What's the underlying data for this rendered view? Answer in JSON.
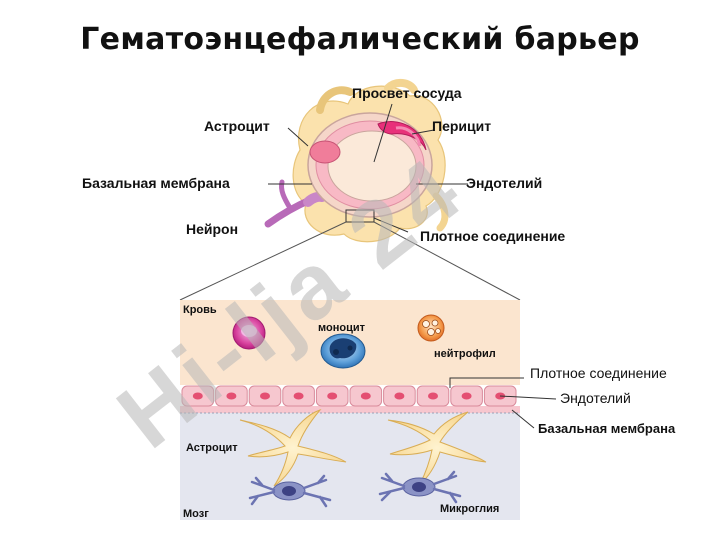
{
  "title": "Гематоэнцефалический барьер",
  "watermark": "Hi-lja 24",
  "top_labels": {
    "lumen": "Просвет сосуда",
    "astrocyte": "Астроцит",
    "pericyte": "Перицит",
    "basal_membrane": "Базальная мембрана",
    "endothelium": "Эндотелий",
    "neuron": "Нейрон",
    "tight_junction": "Плотное соединение"
  },
  "bottom_labels": {
    "blood": "Кровь",
    "monocyte": "моноцит",
    "neutrophil": "нейтрофил",
    "tight_junction": "Плотное соединение",
    "endothelium": "Эндотелий",
    "basal_membrane": "Базальная мембрана",
    "astrocyte": "Астроцит",
    "brain": "Мозг",
    "microglia": "Микроглия"
  },
  "colors": {
    "blood_bg": "#fbe5cf",
    "brain_bg": "#e4e6ef",
    "endothelium": "#f6c7cf",
    "astrocyte": "#fbe0a6",
    "pericyte": "#e8317a",
    "neuron": "#b86ab8",
    "microglia": "#8b93c6",
    "watermark": "#b8b8b8"
  }
}
